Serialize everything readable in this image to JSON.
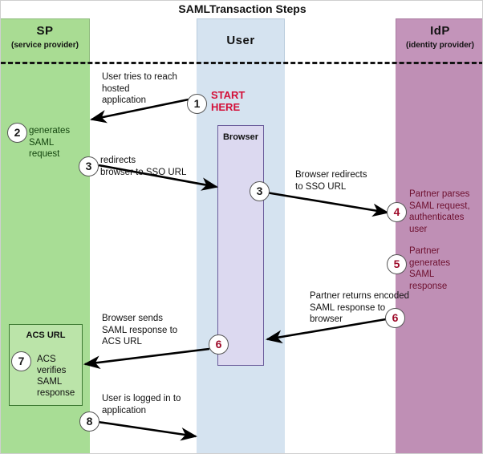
{
  "title": "SAMLTransaction Steps",
  "lanes": [
    {
      "key": "sp",
      "title": "SP",
      "subtitle": "(service provider)",
      "color": "#a8dd95"
    },
    {
      "key": "user",
      "title": "User",
      "subtitle": "",
      "color": "#d5e3f0"
    },
    {
      "key": "idp",
      "title": "IdP",
      "subtitle": "(identity provider)",
      "color": "#bf8fb5"
    }
  ],
  "boxes": {
    "browser": {
      "label": "Browser",
      "fill": "#dcd9f0",
      "border": "#6a5c9b"
    },
    "acs": {
      "label": "ACS URL",
      "body": "ACS\nverifies\nSAML\nresponse",
      "fill": "#bbe4a9",
      "border": "#3d7a33"
    }
  },
  "start_marker": "START\nHERE",
  "steps": [
    {
      "number": "1",
      "color": "#1a1a1a",
      "lane": "user",
      "note": "User tries to reach\nhosted\napplication"
    },
    {
      "number": "2",
      "color": "#1a1a1a",
      "lane": "sp",
      "note": "generates\nSAML\nrequest"
    },
    {
      "number": "3",
      "color": "#1a1a1a",
      "lane": "sp",
      "note": "redirects\nbrowser to SSO URL"
    },
    {
      "number": "3",
      "color": "#1a1a1a",
      "lane": "user",
      "note": "Browser redirects\nto SSO URL"
    },
    {
      "number": "4",
      "color": "#9e0b2a",
      "lane": "idp",
      "note": "Partner parses\nSAML request,\nauthenticates\nuser"
    },
    {
      "number": "5",
      "color": "#9e0b2a",
      "lane": "idp",
      "note": "Partner\ngenerates\nSAML\nresponse"
    },
    {
      "number": "6",
      "color": "#9e0b2a",
      "lane": "idp",
      "note": "Partner returns encoded\nSAML response to\nbrowser"
    },
    {
      "number": "6",
      "color": "#9e0b2a",
      "lane": "user",
      "note": "Browser sends\nSAML response to\nACS URL"
    },
    {
      "number": "7",
      "color": "#1a1a1a",
      "lane": "sp",
      "note": "ACS\nverifies\nSAML\nresponse"
    },
    {
      "number": "8",
      "color": "#1a1a1a",
      "lane": "sp",
      "note": "User is logged in to\napplication"
    }
  ],
  "notes": {
    "n1": "User tries to reach\nhosted\napplication",
    "n2": "generates\nSAML\nrequest",
    "n3": "redirects\nbrowser to SSO URL",
    "n3b": "Browser redirects\nto SSO URL",
    "n4": "Partner parses\nSAML request,\nauthenticates\nuser",
    "n5": "Partner\ngenerates\nSAML\nresponse",
    "n6": "Partner returns encoded\nSAML response to\nbrowser",
    "n6b": "Browser sends\nSAML response to\nACS URL",
    "n8": "User is logged in to\napplication"
  },
  "step_labels": {
    "s1": "1",
    "s2": "2",
    "s3": "3",
    "s3b": "3",
    "s4": "4",
    "s5": "5",
    "s6": "6",
    "s6b": "6",
    "s7": "7",
    "s8": "8"
  },
  "colors": {
    "sp_lane": "#a8dd95",
    "sp_header": "#a9dc93",
    "user_lane": "#d5e3f0",
    "idp_lane": "#bf8fb5",
    "idp_header": "#c394ba",
    "browser_fill": "#dcd9f0",
    "browser_border": "#6a5c9b",
    "acs_fill": "#bbe4a9",
    "acs_border": "#3d7a33",
    "arrow": "#000000",
    "start_text": "#d31039",
    "step_red": "#9e0b2a",
    "divider": "#131313"
  }
}
